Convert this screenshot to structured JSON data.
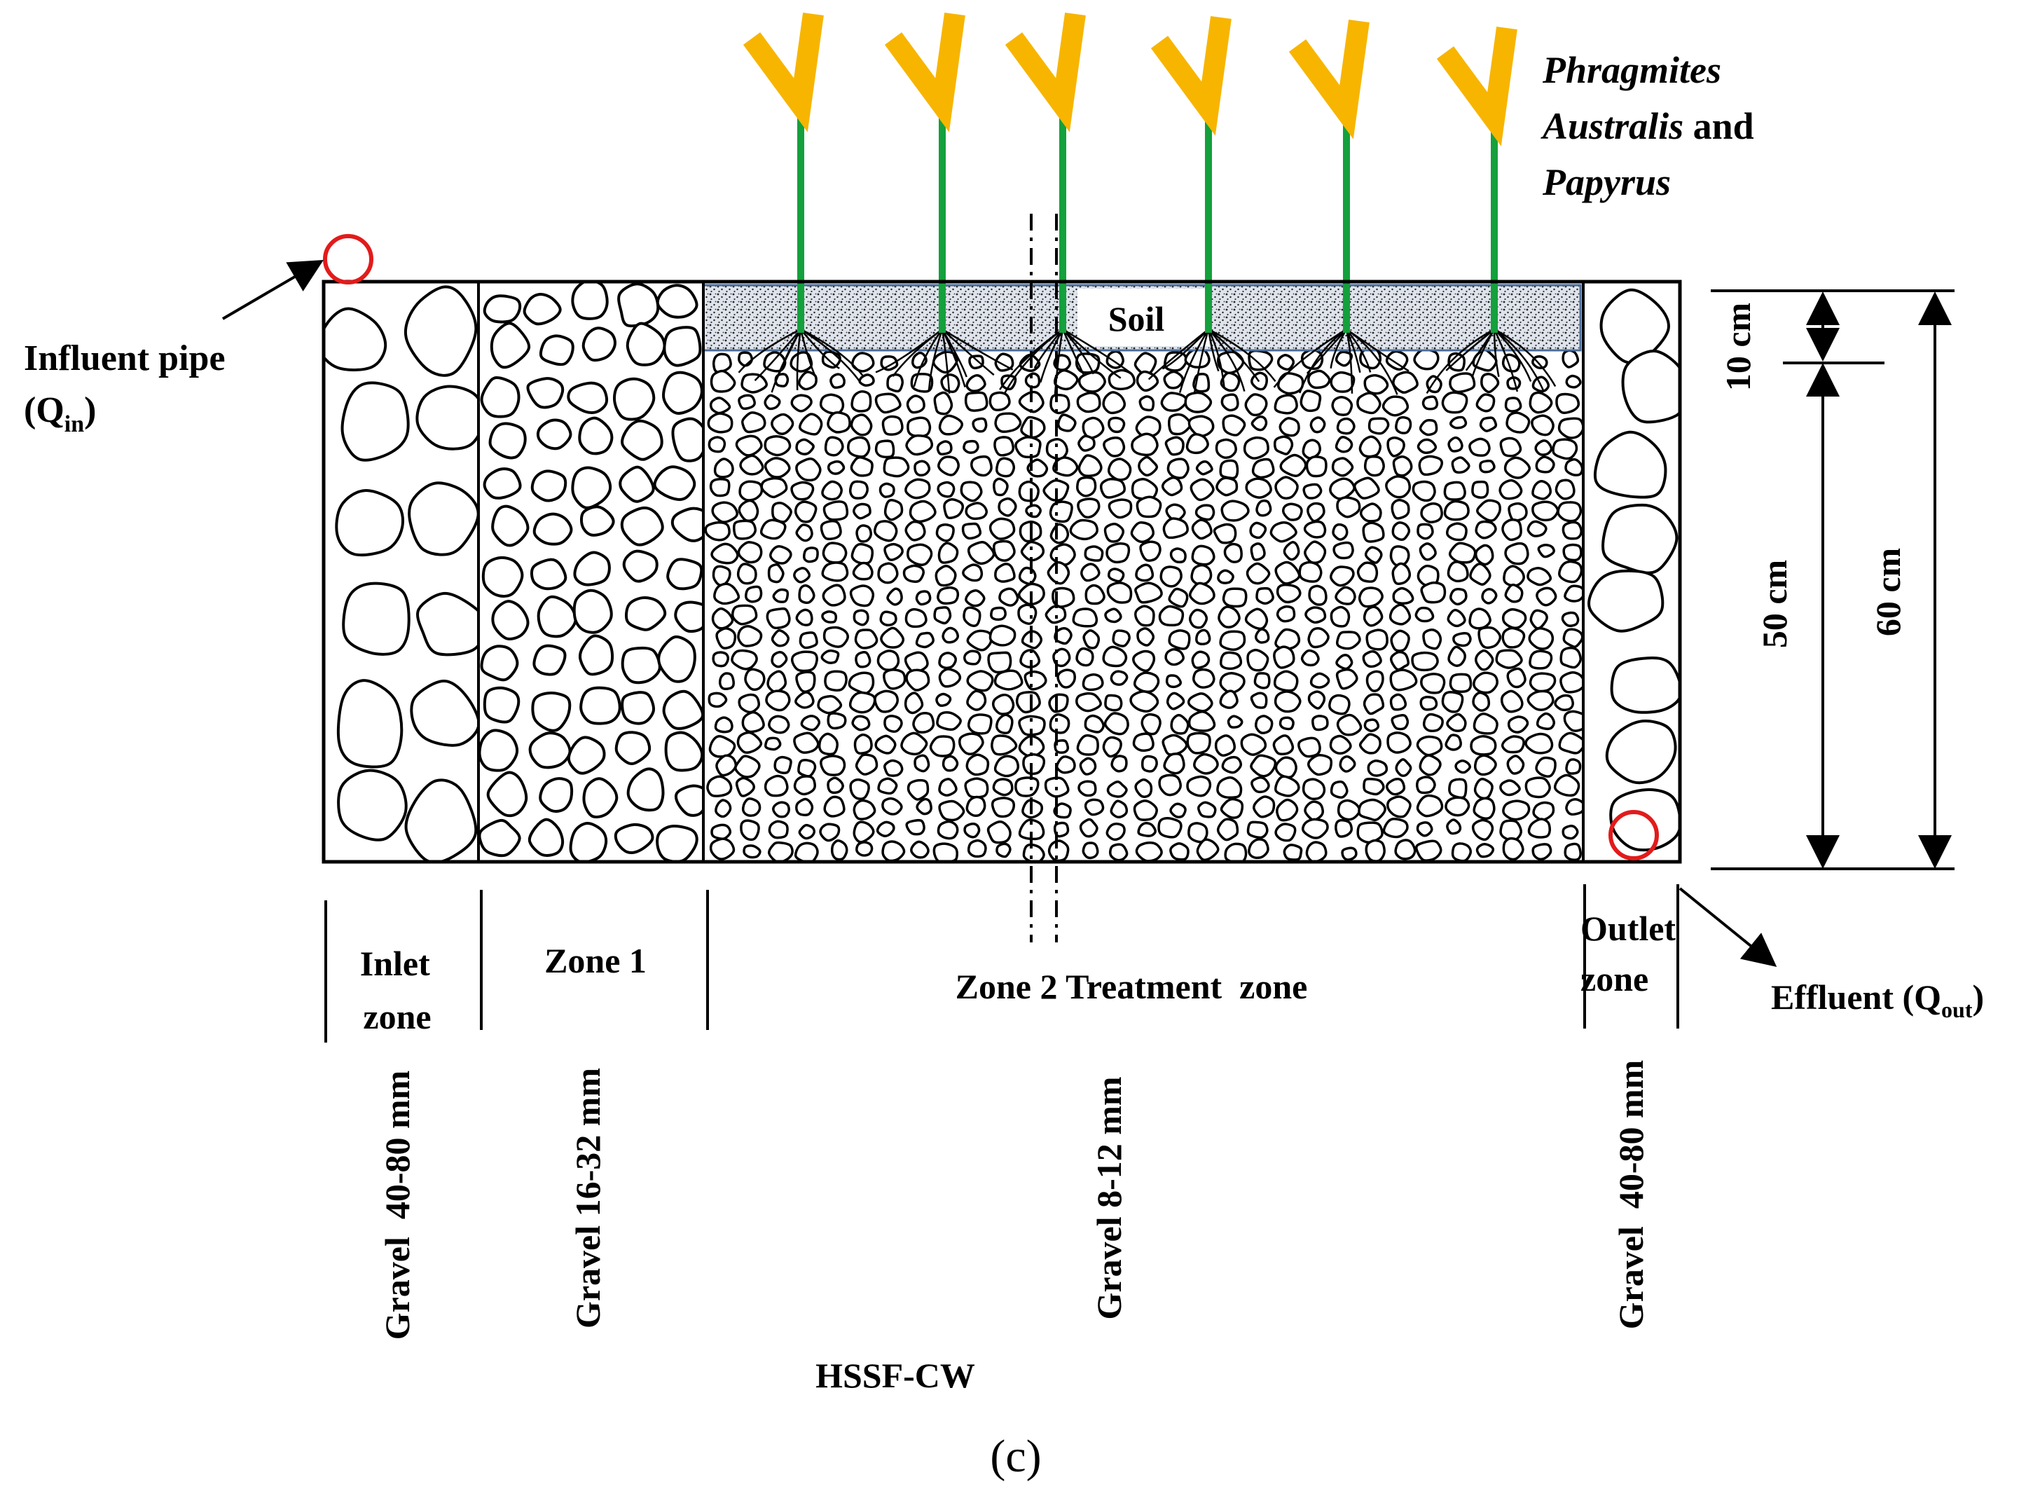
{
  "plant_label": {
    "line1": "Phragmites",
    "line2_italic": "Australis",
    "line2_rest": " and",
    "line3": "Papyrus"
  },
  "soil_label": "Soil",
  "influent": {
    "line1": "Influent pipe",
    "q": "(Q",
    "sub": "in",
    "close": ")"
  },
  "effluent": {
    "text": "Effluent (Q",
    "sub": "out",
    "close": ")"
  },
  "dimensions": {
    "top": "10 cm",
    "lower": "50 cm",
    "total": "60 cm"
  },
  "zones": [
    {
      "line1": "Inlet",
      "line2": "zone"
    },
    {
      "line1": "Zone 1",
      "line2": ""
    },
    {
      "line1": "Zone 2 Treatment  zone",
      "line2": ""
    },
    {
      "line1": "Outlet",
      "line2": "zone"
    }
  ],
  "gravel": [
    "Gravel  40-80 mm",
    "Gravel 16-32 mm",
    "Gravel 8-12 mm",
    "Gravel  40-80 mm"
  ],
  "system_label": "HSSF-CW",
  "panel_label": "(c)",
  "colors": {
    "plant_head": "#f7b500",
    "plant_stem": "#14a03c",
    "pipe_circle": "#e21b1b",
    "soil_fill": "#dde3ec",
    "soil_border": "#4a6d9a"
  }
}
